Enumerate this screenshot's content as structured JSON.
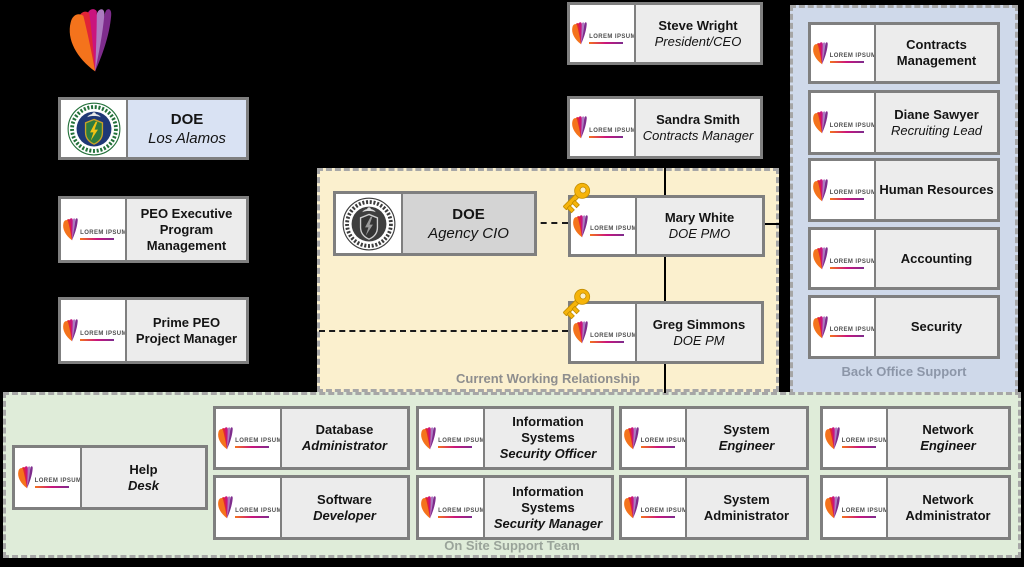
{
  "diagram_title": "DOE organizational relationship chart",
  "logo": {
    "brand": "LOREM IPSUM"
  },
  "panels": {
    "current": {
      "label": "Current Working Relationship",
      "bg": "#FBF0CE"
    },
    "backoffice": {
      "label": "Back Office Support",
      "bg": "#CFD9EA"
    },
    "onsite": {
      "label": "On Site Support Team",
      "bg": "#DFECD9"
    }
  },
  "colors": {
    "box_border": "#7F7F7F",
    "box_text_bg": "#ECECEC",
    "doe_losalamos_bg": "#D9E2F3",
    "doe_cio_bg": "#D4D4D4",
    "panel_dash": "#A6A6A6",
    "key_gold": "#F6B40A",
    "flame_orange": "#F4731C",
    "flame_red": "#E02537",
    "flame_magenta": "#C9147E",
    "flame_lavender": "#AC7BC0",
    "flame_purple": "#7E2C8C"
  },
  "boxes": [
    {
      "id": "doe-los-alamos",
      "logo": "doe-seal",
      "text_bg": "#D9E2F3",
      "lines": [
        {
          "t": "DOE"
        },
        {
          "t": "Los Alamos",
          "style": "i"
        }
      ]
    },
    {
      "id": "peo-executive-program-management",
      "logo": "lorem",
      "lines": [
        {
          "t": "PEO Executive"
        },
        {
          "t": "Program"
        },
        {
          "t": "Management"
        }
      ]
    },
    {
      "id": "prime-peo-project-manager",
      "logo": "lorem",
      "lines": [
        {
          "t": "Prime PEO"
        },
        {
          "t": "Project Manager"
        }
      ]
    },
    {
      "id": "steve-wright",
      "logo": "lorem",
      "lines": [
        {
          "t": "Steve Wright"
        },
        {
          "t": "President/CEO",
          "style": "i"
        }
      ]
    },
    {
      "id": "sandra-smith",
      "logo": "lorem",
      "lines": [
        {
          "t": "Sandra Smith"
        },
        {
          "t": "Contracts Manager",
          "style": "i"
        }
      ]
    },
    {
      "id": "doe-agency-cio",
      "logo": "doe-seal-dark",
      "text_bg": "#D4D4D4",
      "lines": [
        {
          "t": "DOE"
        },
        {
          "t": "Agency CIO",
          "style": "i"
        }
      ]
    },
    {
      "id": "mary-white",
      "logo": "lorem",
      "key": true,
      "lines": [
        {
          "t": "Mary White"
        },
        {
          "t": "DOE PMO",
          "style": "i"
        }
      ]
    },
    {
      "id": "greg-simmons",
      "logo": "lorem",
      "key": true,
      "lines": [
        {
          "t": "Greg Simmons"
        },
        {
          "t": "DOE PM",
          "style": "i"
        }
      ]
    },
    {
      "id": "contracts-management",
      "logo": "lorem",
      "lines": [
        {
          "t": "Contracts"
        },
        {
          "t": "Management"
        }
      ]
    },
    {
      "id": "diane-sawyer",
      "logo": "lorem",
      "lines": [
        {
          "t": "Diane Sawyer"
        },
        {
          "t": "Recruiting Lead",
          "style": "i"
        }
      ]
    },
    {
      "id": "human-resources",
      "logo": "lorem",
      "lines": [
        {
          "t": "Human Resources"
        }
      ]
    },
    {
      "id": "accounting",
      "logo": "lorem",
      "lines": [
        {
          "t": "Accounting"
        }
      ]
    },
    {
      "id": "security",
      "logo": "lorem",
      "lines": [
        {
          "t": "Security"
        }
      ]
    },
    {
      "id": "help-desk",
      "logo": "lorem",
      "lines": [
        {
          "t": "Help"
        },
        {
          "t": "Desk",
          "style": "bi"
        }
      ]
    },
    {
      "id": "database-administrator",
      "logo": "lorem",
      "lines": [
        {
          "t": "Database"
        },
        {
          "t": "Administrator",
          "style": "bi"
        }
      ]
    },
    {
      "id": "software-developer",
      "logo": "lorem",
      "lines": [
        {
          "t": "Software"
        },
        {
          "t": "Developer",
          "style": "bi"
        }
      ]
    },
    {
      "id": "information-systems-security-officer",
      "logo": "lorem",
      "lines": [
        {
          "t": "Information"
        },
        {
          "t": "Systems"
        },
        {
          "t": "Security Officer",
          "style": "bi"
        }
      ]
    },
    {
      "id": "information-systems-security-manager",
      "logo": "lorem",
      "lines": [
        {
          "t": "Information"
        },
        {
          "t": "Systems"
        },
        {
          "t": "Security Manager",
          "style": "bi"
        }
      ]
    },
    {
      "id": "system-engineer",
      "logo": "lorem",
      "lines": [
        {
          "t": "System"
        },
        {
          "t": "Engineer",
          "style": "bi"
        }
      ]
    },
    {
      "id": "system-administrator",
      "logo": "lorem",
      "lines": [
        {
          "t": "System"
        },
        {
          "t": "Administrator"
        }
      ]
    },
    {
      "id": "network-engineer",
      "logo": "lorem",
      "lines": [
        {
          "t": "Network"
        },
        {
          "t": "Engineer",
          "style": "bi"
        }
      ]
    },
    {
      "id": "network-administrator",
      "logo": "lorem",
      "lines": [
        {
          "t": "Network"
        },
        {
          "t": "Administrator"
        }
      ]
    }
  ]
}
